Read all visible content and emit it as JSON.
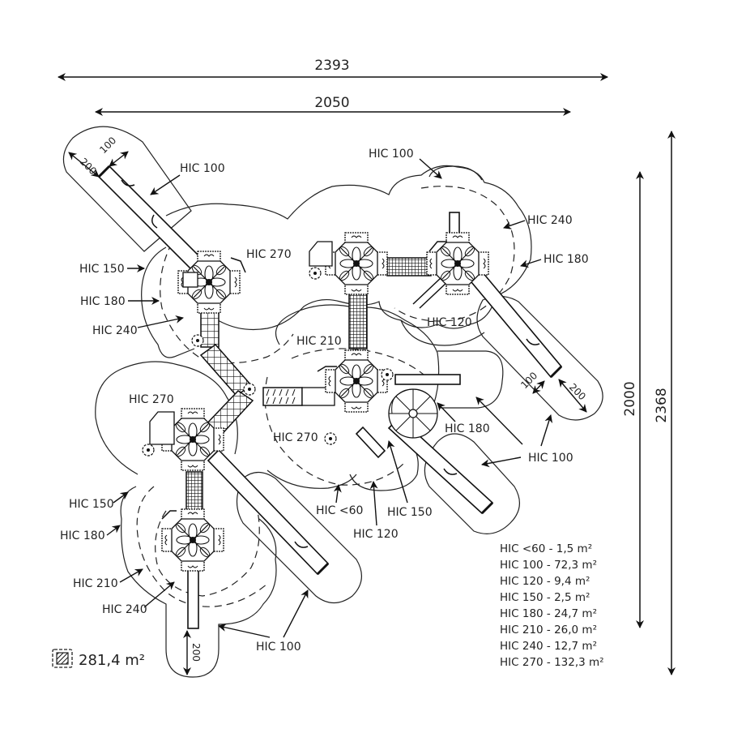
{
  "diagram": {
    "title": "Playground equipment safety zone plan",
    "dimensions": {
      "overall_width": "2393",
      "inner_width": "2050",
      "inner_height": "2000",
      "overall_height": "2368",
      "slide_zone_200_a": "200",
      "slide_zone_100_a": "100",
      "slide_zone_200_b": "200",
      "slide_zone_100_b": "100",
      "slide_zone_200_c": "200"
    },
    "labels": {
      "hic100_topleft": "HIC 100",
      "hic270_top": "HIC 270",
      "hic150_left": "HIC 150",
      "hic180_left": "HIC 180",
      "hic240_left": "HIC 240",
      "hic100_top": "HIC 100",
      "hic240_right": "HIC 240",
      "hic180_right": "HIC 180",
      "hic120_mid": "HIC 120",
      "hic210_center": "HIC 210",
      "hic270_left": "HIC 270",
      "hic180_center": "HIC 180",
      "hic270_center": "HIC 270",
      "hic100_right": "HIC 100",
      "hic150_bl": "HIC 150",
      "hic180_bl": "HIC 180",
      "hic210_bl": "HIC 210",
      "hic240_bl": "HIC 240",
      "hic60": "HIC <60",
      "hic120_bottom": "HIC 120",
      "hic150_bottom": "HIC 150",
      "hic100_bottom": "HIC 100"
    },
    "area_legend": [
      {
        "label": "HIC <60 - 1,5 m²"
      },
      {
        "label": "HIC 100 - 72,3 m²"
      },
      {
        "label": "HIC 120 - 9,4 m²"
      },
      {
        "label": "HIC 150 - 2,5 m²"
      },
      {
        "label": "HIC 180 - 24,7 m²"
      },
      {
        "label": "HIC 210 - 26,0 m²"
      },
      {
        "label": "HIC 240 - 12,7 m²"
      },
      {
        "label": "HIC 270 - 132,3 m²"
      }
    ],
    "total_area": {
      "icon": "hatched-area-icon",
      "value": "281,4 m²"
    }
  }
}
